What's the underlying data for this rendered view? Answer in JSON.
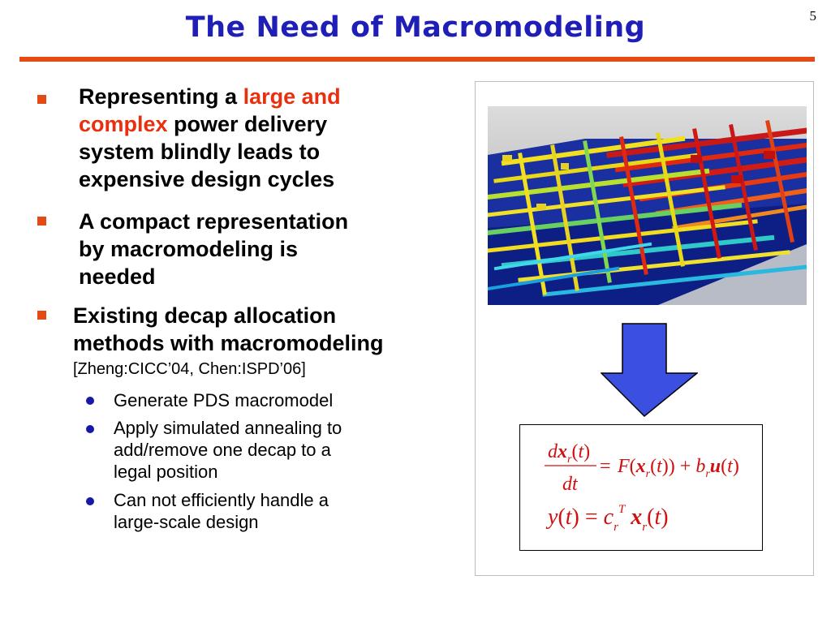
{
  "slide": {
    "title": "The Need of Macromodeling",
    "page_number": "5"
  },
  "bullets": [
    {
      "prefix": "Representing a ",
      "highlight_1": "large and",
      "highlight_2": "complex",
      "suffix_1": " power delivery",
      "line_3": "system blindly leads to",
      "line_4": "expensive design cycles"
    },
    {
      "line_1": "A compact representation",
      "line_2": "by macromodeling is",
      "line_3": "needed"
    },
    {
      "line_1": "Existing decap allocation",
      "line_2": "methods with macromodeling",
      "citation": "[Zheng:CICC’04, Chen:ISPD’06]",
      "sub_bullets": [
        {
          "lines": [
            "Generate PDS macromodel"
          ]
        },
        {
          "lines": [
            "Apply simulated annealing to",
            "add/remove one decap to a",
            "legal position"
          ]
        },
        {
          "lines": [
            "Can not efficiently handle a",
            "large-scale design"
          ]
        }
      ]
    }
  ],
  "figure": {
    "image_icon": "power-grid-3d-render-icon",
    "arrow_icon": "down-arrow-icon",
    "equation_1": {
      "numerator": "dx_r(t)",
      "denominator": "dt",
      "rhs": "= F(x_r(t)) + b_r u(t)"
    },
    "equation_2": "y(t) = c_r^T x_r(t)"
  },
  "colors": {
    "title": "#1f1fb8",
    "accent": "#e34a14",
    "highlight": "#e83010",
    "sub_bullet_dot": "#1818a8",
    "arrow_fill": "#3b4fe0",
    "equation": "#d01010"
  }
}
